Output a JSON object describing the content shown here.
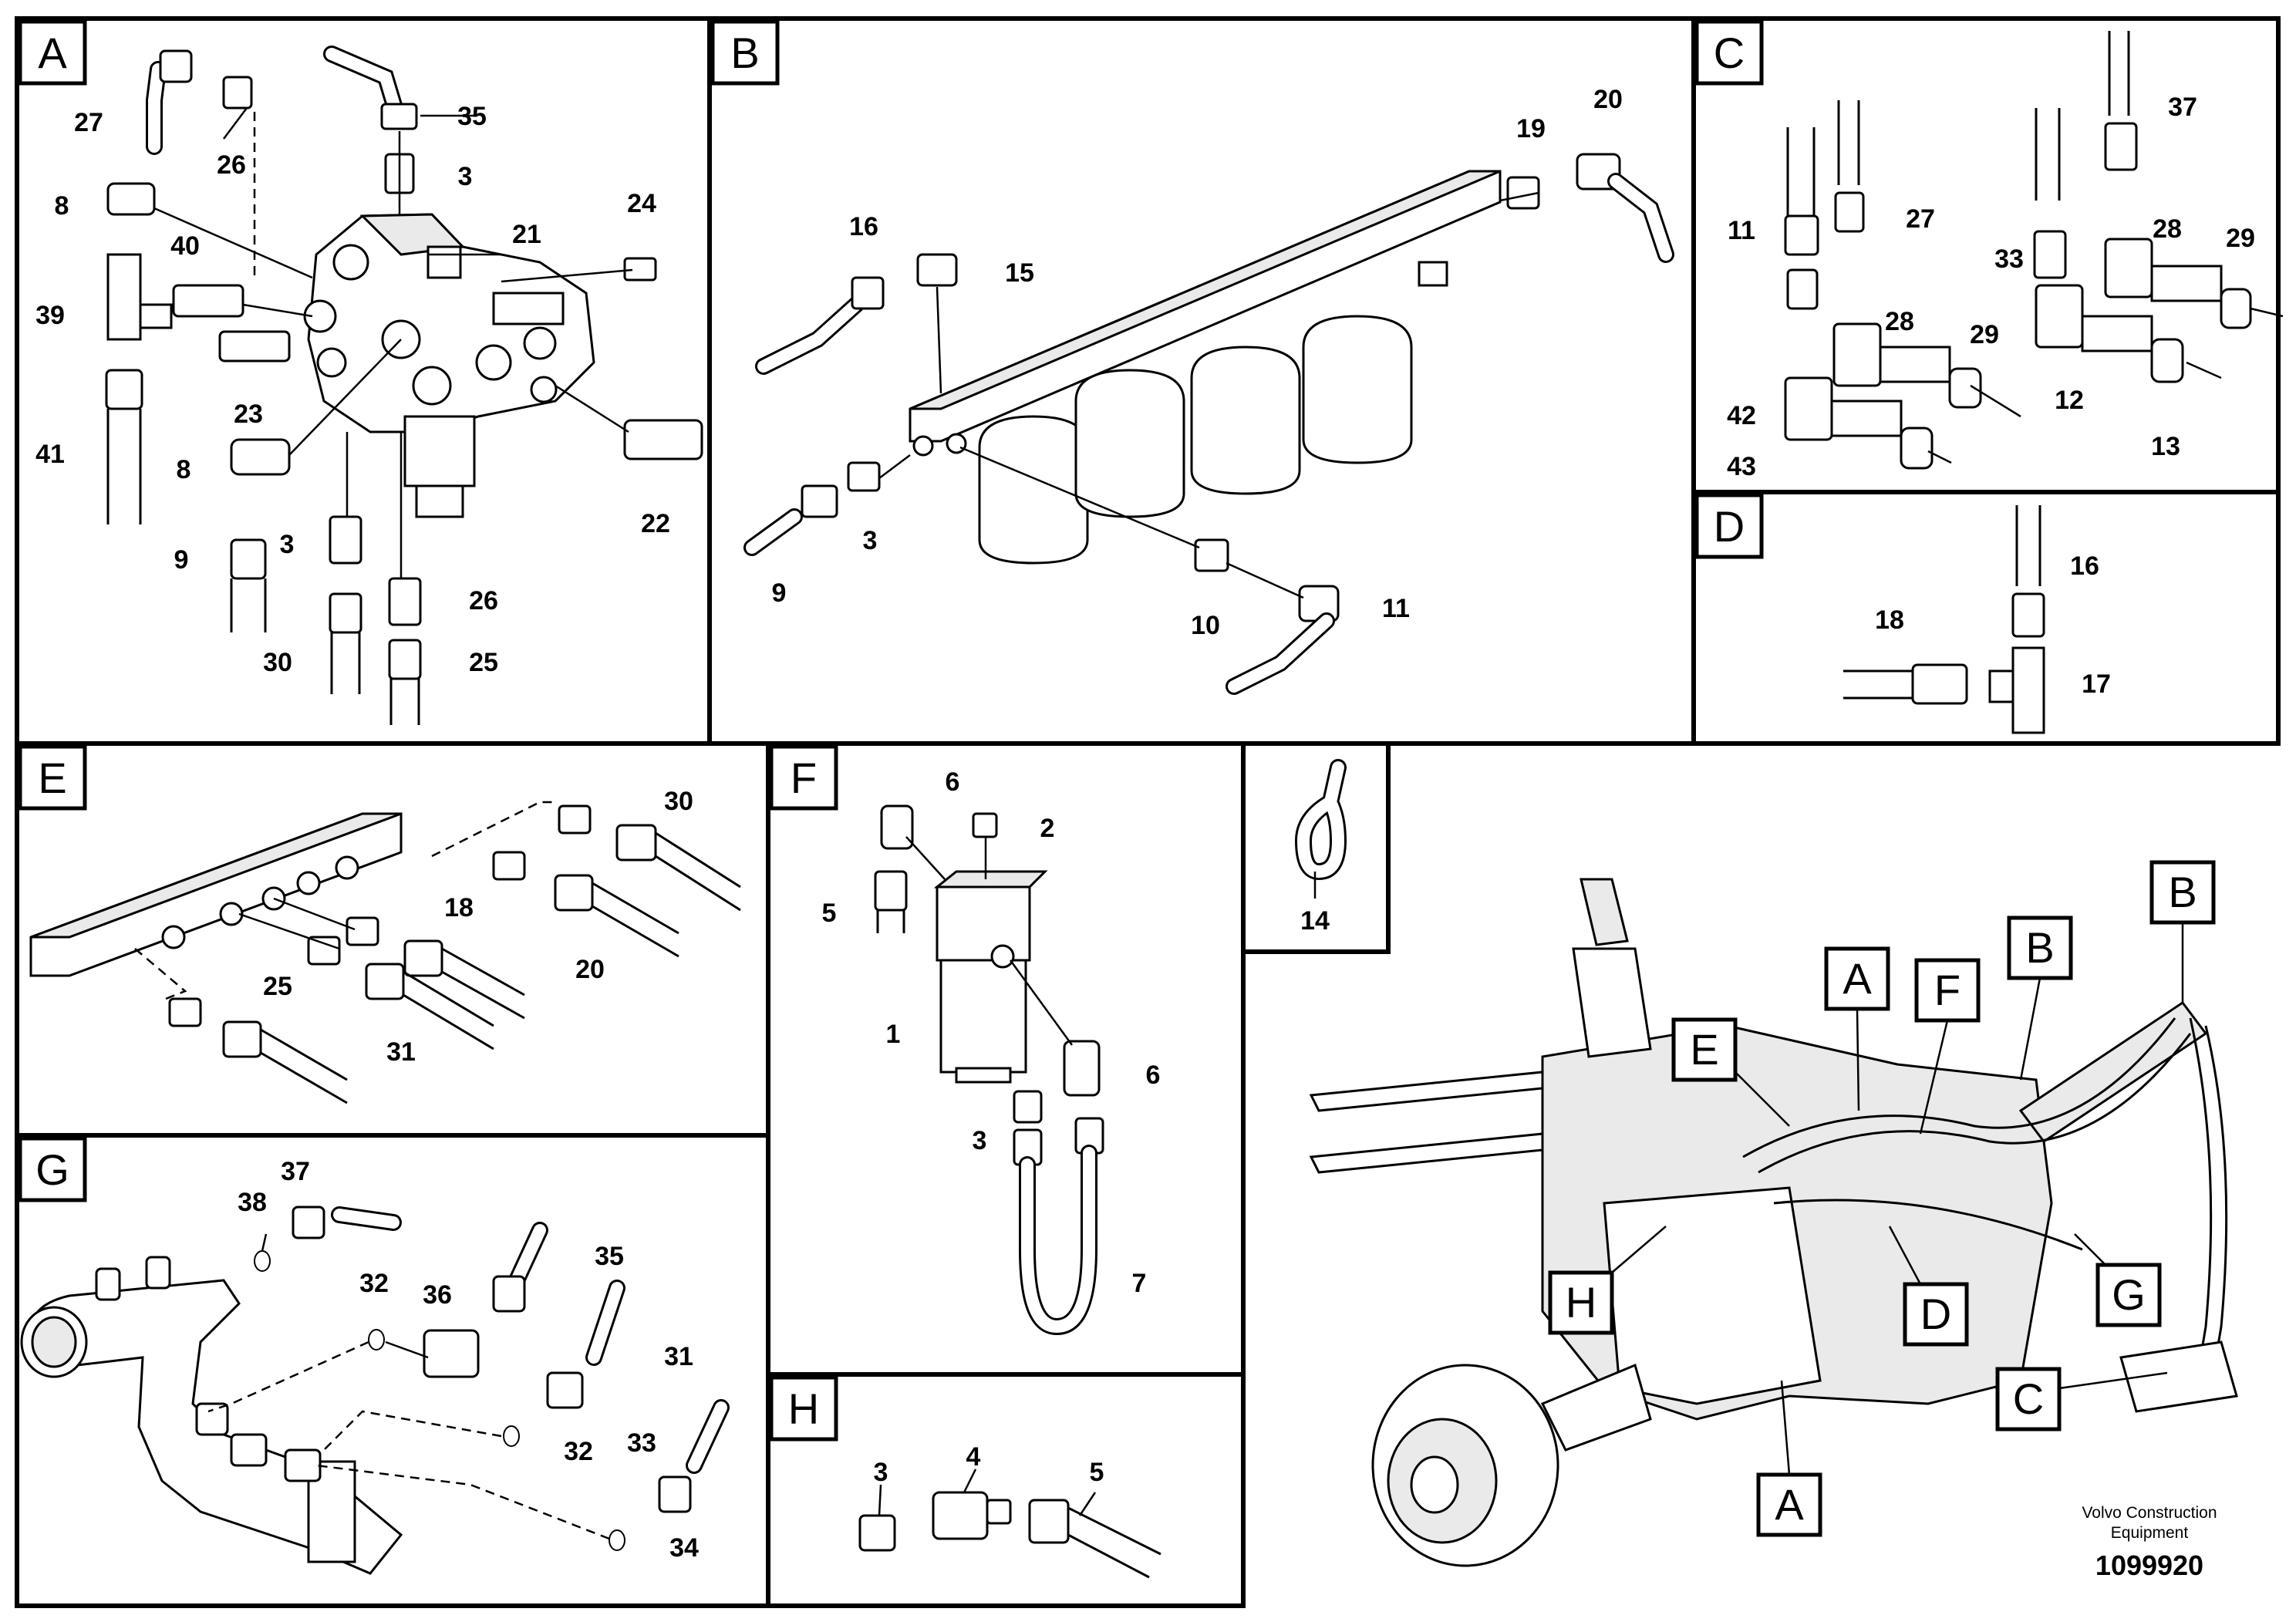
{
  "panels": {
    "A": {
      "tag": "A",
      "labels": [
        "27",
        "26",
        "35",
        "3",
        "8",
        "40",
        "21",
        "24",
        "39",
        "23",
        "41",
        "8",
        "9",
        "3",
        "26",
        "30",
        "25",
        "22"
      ]
    },
    "B": {
      "tag": "B",
      "labels": [
        "19",
        "20",
        "16",
        "15",
        "9",
        "3",
        "10",
        "11"
      ]
    },
    "C": {
      "tag": "C",
      "labels": [
        "37",
        "11",
        "27",
        "28",
        "29",
        "33",
        "28",
        "29",
        "42",
        "12",
        "43",
        "13"
      ]
    },
    "D": {
      "tag": "D",
      "labels": [
        "16",
        "18",
        "17"
      ]
    },
    "E": {
      "tag": "E",
      "labels": [
        "30",
        "18",
        "20",
        "25",
        "31"
      ]
    },
    "F": {
      "tag": "F",
      "labels": [
        "6",
        "2",
        "5",
        "1",
        "6",
        "3",
        "7"
      ]
    },
    "T": {
      "labels": [
        "14"
      ]
    },
    "G": {
      "tag": "G",
      "labels": [
        "37",
        "38",
        "35",
        "32",
        "36",
        "31",
        "32",
        "33",
        "34"
      ]
    },
    "H": {
      "tag": "H",
      "labels": [
        "4",
        "3",
        "5"
      ]
    }
  },
  "overview": {
    "callouts": [
      "A",
      "F",
      "B",
      "B",
      "E",
      "H",
      "D",
      "G",
      "C",
      "A"
    ]
  },
  "footer": {
    "company_line1": "Volvo Construction",
    "company_line2": "Equipment",
    "drawing_number": "1099920"
  }
}
